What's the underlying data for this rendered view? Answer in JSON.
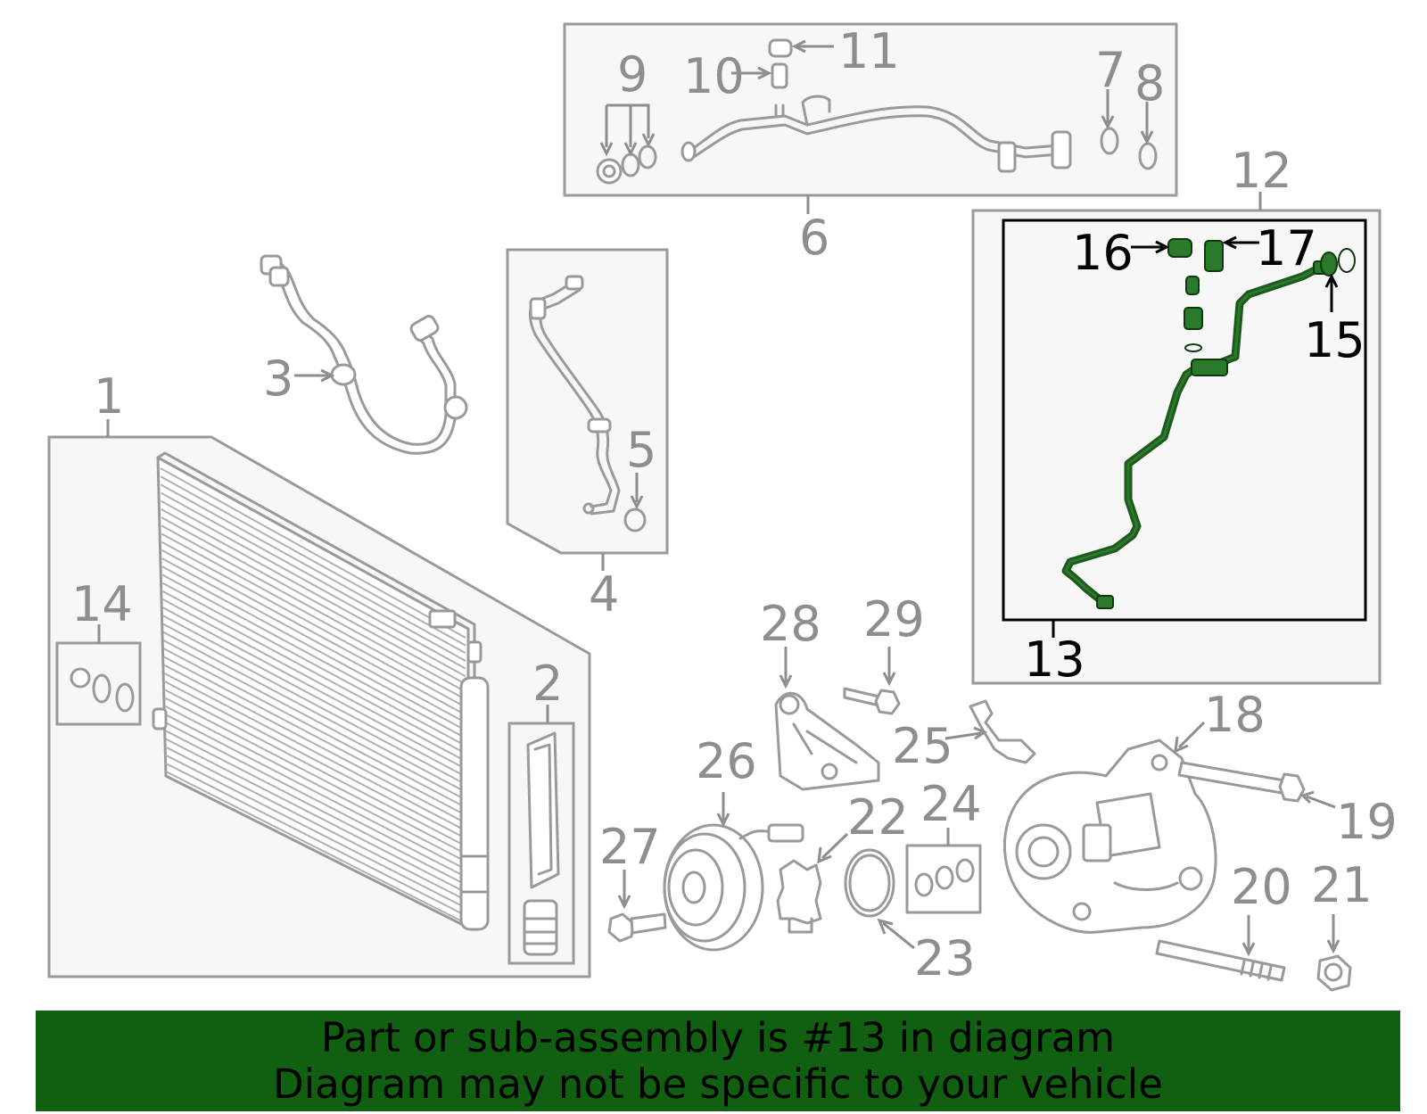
{
  "diagram": {
    "callouts": [
      {
        "id": "1",
        "text": "1"
      },
      {
        "id": "2",
        "text": "2"
      },
      {
        "id": "3",
        "text": "3"
      },
      {
        "id": "4",
        "text": "4"
      },
      {
        "id": "5",
        "text": "5"
      },
      {
        "id": "6",
        "text": "6"
      },
      {
        "id": "7",
        "text": "7"
      },
      {
        "id": "8",
        "text": "8"
      },
      {
        "id": "9",
        "text": "9"
      },
      {
        "id": "10",
        "text": "10"
      },
      {
        "id": "11",
        "text": "11"
      },
      {
        "id": "12",
        "text": "12"
      },
      {
        "id": "13",
        "text": "13"
      },
      {
        "id": "14",
        "text": "14"
      },
      {
        "id": "15",
        "text": "15"
      },
      {
        "id": "16",
        "text": "16"
      },
      {
        "id": "17",
        "text": "17"
      },
      {
        "id": "18",
        "text": "18"
      },
      {
        "id": "19",
        "text": "19"
      },
      {
        "id": "20",
        "text": "20"
      },
      {
        "id": "21",
        "text": "21"
      },
      {
        "id": "22",
        "text": "22"
      },
      {
        "id": "23",
        "text": "23"
      },
      {
        "id": "24",
        "text": "24"
      },
      {
        "id": "25",
        "text": "25"
      },
      {
        "id": "26",
        "text": "26"
      },
      {
        "id": "27",
        "text": "27"
      },
      {
        "id": "28",
        "text": "28"
      },
      {
        "id": "29",
        "text": "29"
      }
    ],
    "highlighted_part": "13"
  },
  "banner": {
    "line1": "Part or sub-assembly is #13 in diagram",
    "line2": "Diagram may not be specific to your vehicle"
  },
  "colors": {
    "banner_bg": "#116011",
    "highlight": "#1e5a1e",
    "part_stroke": "#9a9a9a",
    "label_gray": "#8e8e8e",
    "label_dark": "#000000"
  }
}
